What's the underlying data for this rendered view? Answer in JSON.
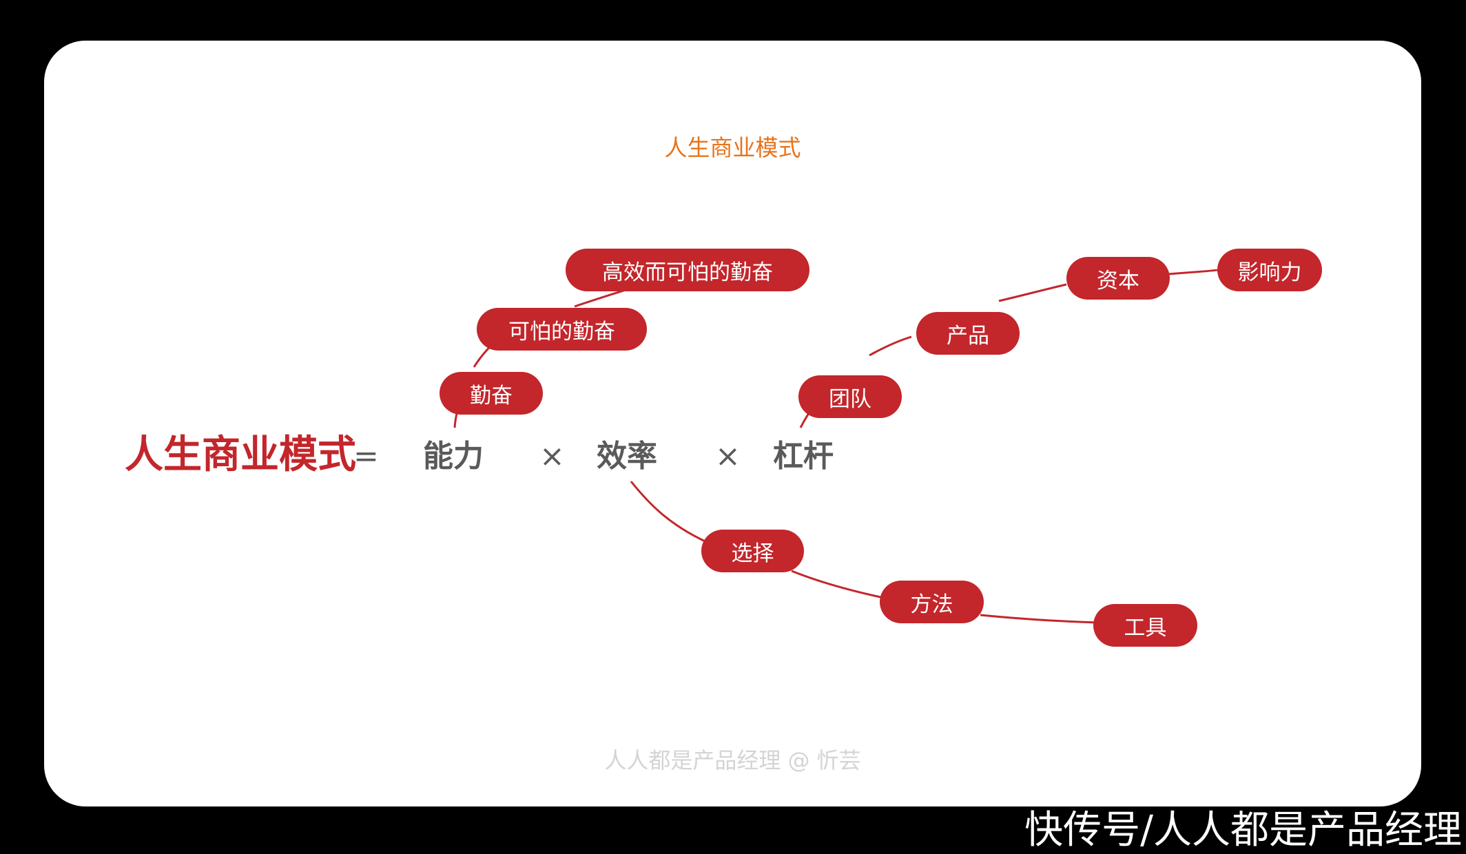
{
  "title": "人生商业模式",
  "formula": {
    "main": "人生商业模式",
    "equals": "=",
    "factor_ability": "能力",
    "times": "×",
    "factor_efficiency": "效率",
    "factor_leverage": "杠杆"
  },
  "branches": {
    "ability": [
      "勤奋",
      "可怕的勤奋",
      "高效而可怕的勤奋"
    ],
    "efficiency": [
      "选择",
      "方法",
      "工具"
    ],
    "leverage": [
      "团队",
      "产品",
      "资本",
      "影响力"
    ]
  },
  "watermark": "人人都是产品经理 @ 忻芸",
  "footer": "快传号/人人都是产品经理",
  "colors": {
    "accent_red": "#c3262b",
    "title_orange": "#e8741c",
    "text_gray": "#5a5a5a",
    "watermark_gray": "#d4d4d4",
    "background": "#000000",
    "card": "#ffffff"
  }
}
